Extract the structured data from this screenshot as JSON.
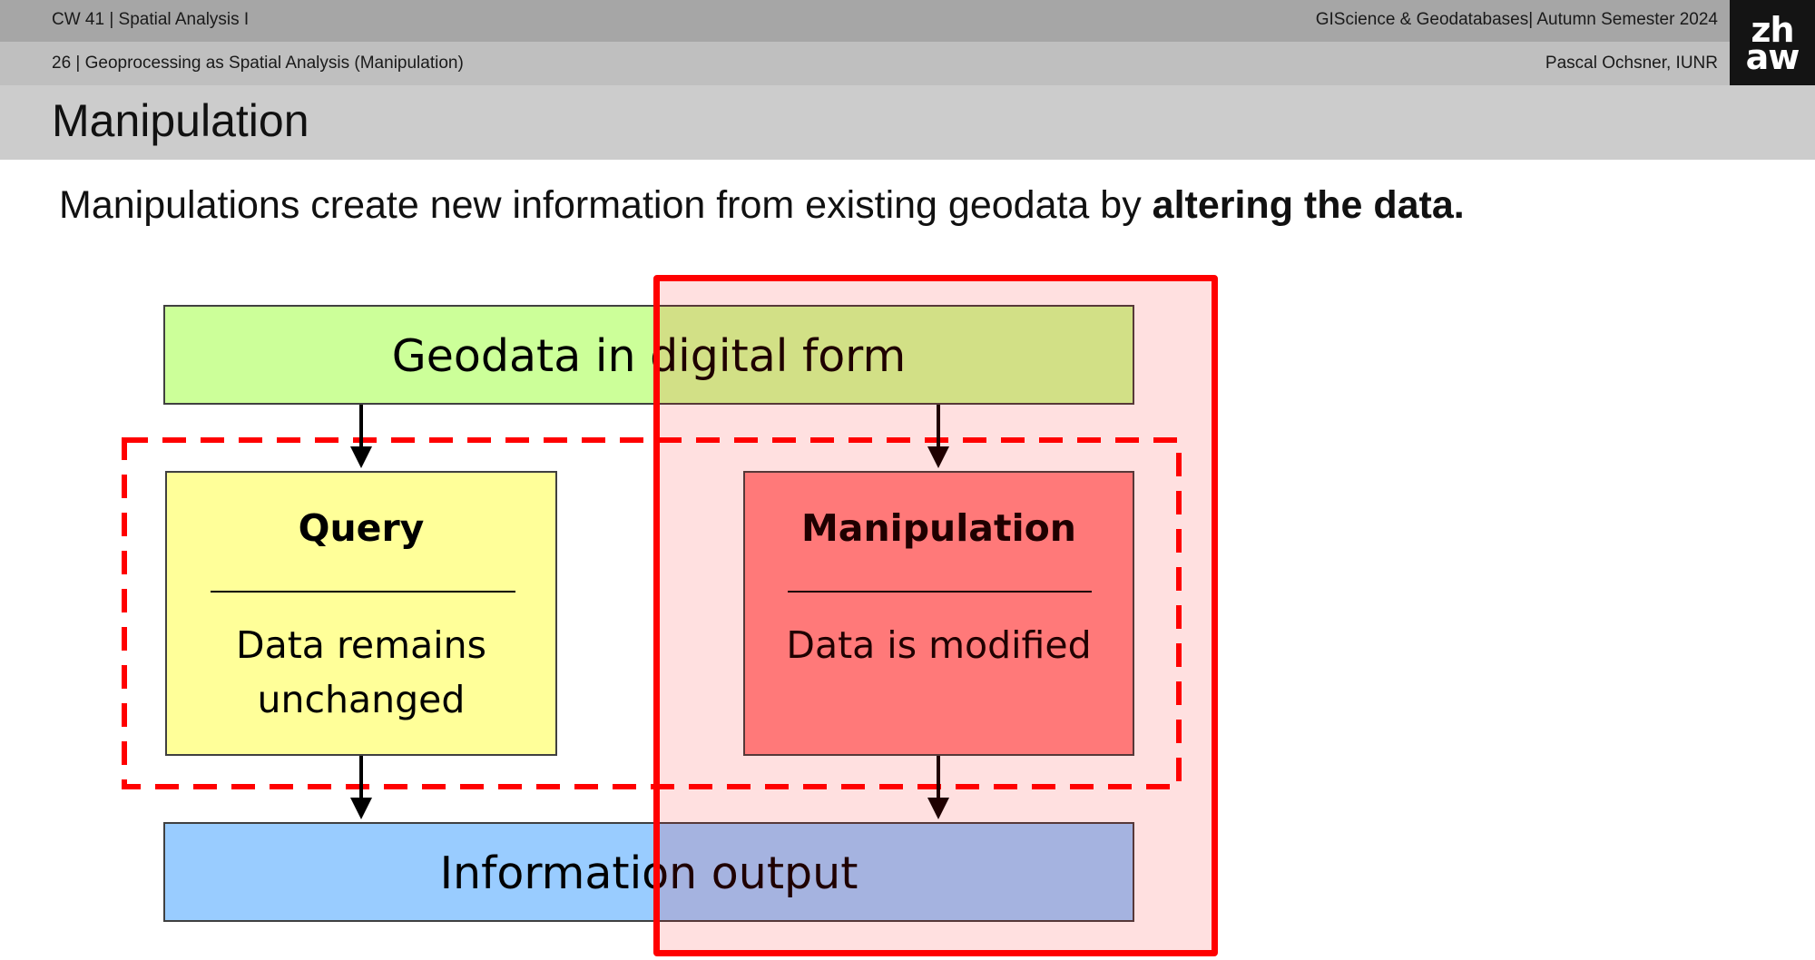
{
  "header": {
    "week": "CW 41 | Spatial Analysis I",
    "course": "GIScience & Geodatabases| Autumn Semester 2024",
    "slide": "26 | Geoprocessing as Spatial Analysis (Manipulation)",
    "author": "Pascal Ochsner, IUNR",
    "logo_top": "zh",
    "logo_bottom": "aw"
  },
  "title": "Manipulation",
  "lead": {
    "text": "Manipulations create new information from existing geodata by ",
    "bold": "altering the data."
  },
  "diagram": {
    "top_box": "Geodata in digital form",
    "query_title": "Query",
    "query_desc_line1": "Data remains",
    "query_desc_line2": "unchanged",
    "manip_title": "Manipulation",
    "manip_desc": "Data is modified",
    "bottom_box": "Information output"
  },
  "colors": {
    "top_box": "#ccff99",
    "query_box": "#ffff99",
    "manip_box": "#ff8a8a",
    "bottom_box": "#99ccff",
    "highlight": "#ff0000"
  }
}
